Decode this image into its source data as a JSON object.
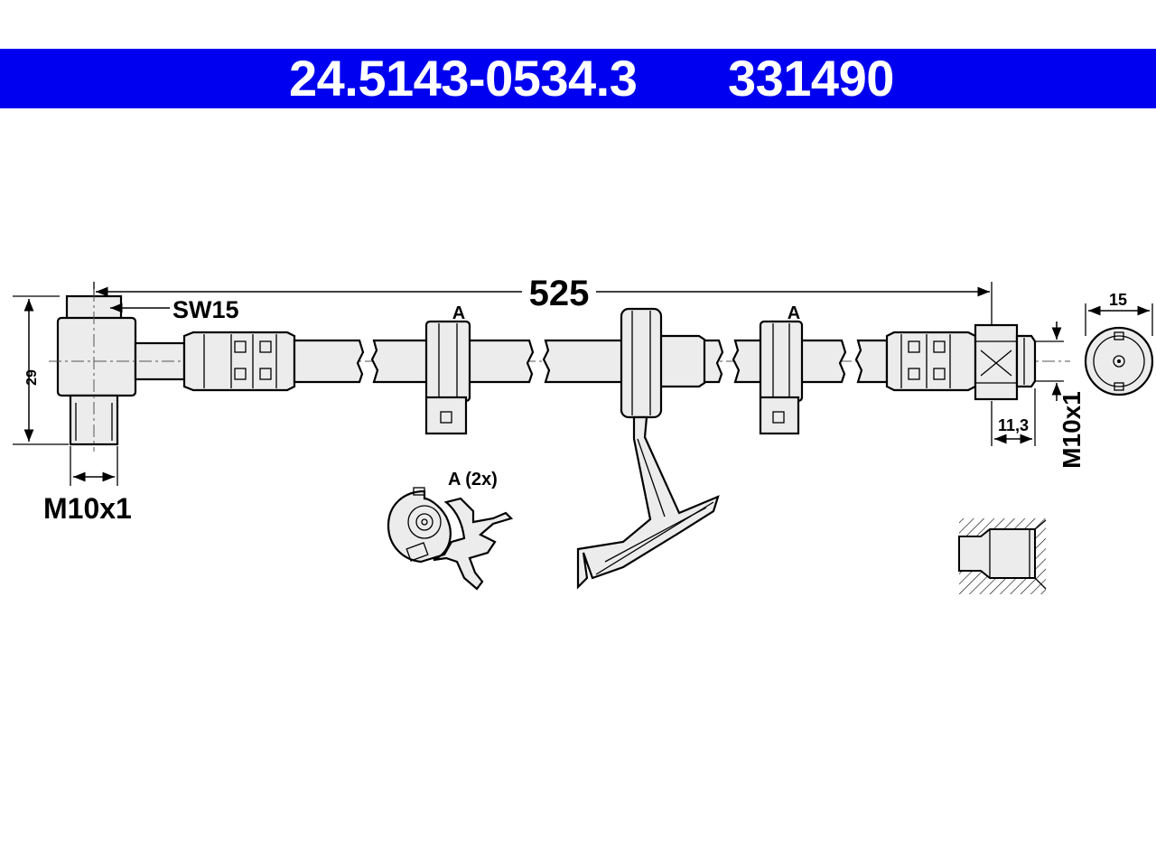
{
  "header": {
    "part_number": "24.5143-0534.3",
    "reference_number": "331490"
  },
  "dimensions": {
    "overall_length": "525",
    "wrench_size": "SW15",
    "fitting_height": "29",
    "thread_left": "M10x1",
    "thread_right": "M10x1",
    "right_fitting_length": "11,3",
    "end_diameter": "15"
  },
  "labels": {
    "clip_marker_1": "A",
    "clip_marker_2": "A",
    "clip_detail": "A (2x)"
  },
  "colors": {
    "header_background": "#0000f0",
    "header_text": "#ffffff"
  }
}
